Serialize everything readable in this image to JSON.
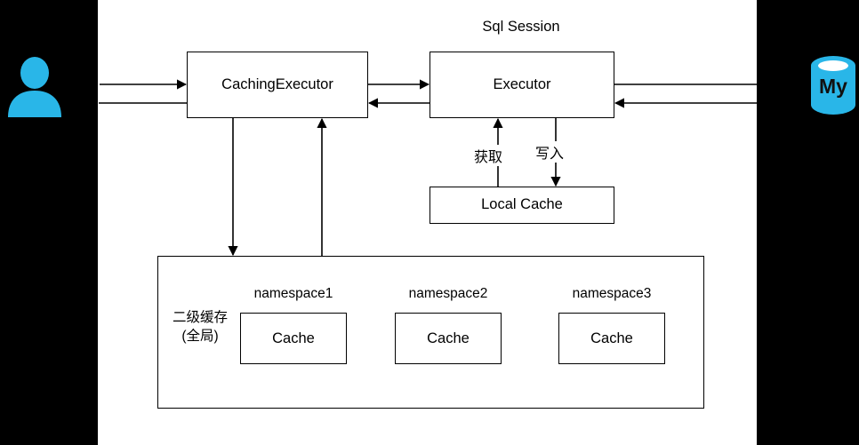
{
  "diagram": {
    "title": "Sql Session",
    "background_color": "#000000",
    "panel_color": "#ffffff",
    "stroke_color": "#000000",
    "icon_color": "#29b6e8",
    "nodes": [
      {
        "id": "caching-executor",
        "label": "CachingExecutor"
      },
      {
        "id": "executor",
        "label": "Executor"
      },
      {
        "id": "local-cache",
        "label": "Local Cache"
      }
    ],
    "second_level_cache": {
      "caption": "二级缓存\n(全局)",
      "namespaces": [
        {
          "label": "namespace1",
          "cache_label": "Cache"
        },
        {
          "label": "namespace2",
          "cache_label": "Cache"
        },
        {
          "label": "namespace3",
          "cache_label": "Cache"
        }
      ]
    },
    "edge_labels": {
      "fetch": "获取",
      "write": "写入"
    },
    "icons": {
      "user": "user-icon",
      "database": "mysql-database-icon",
      "database_text": "My"
    }
  }
}
